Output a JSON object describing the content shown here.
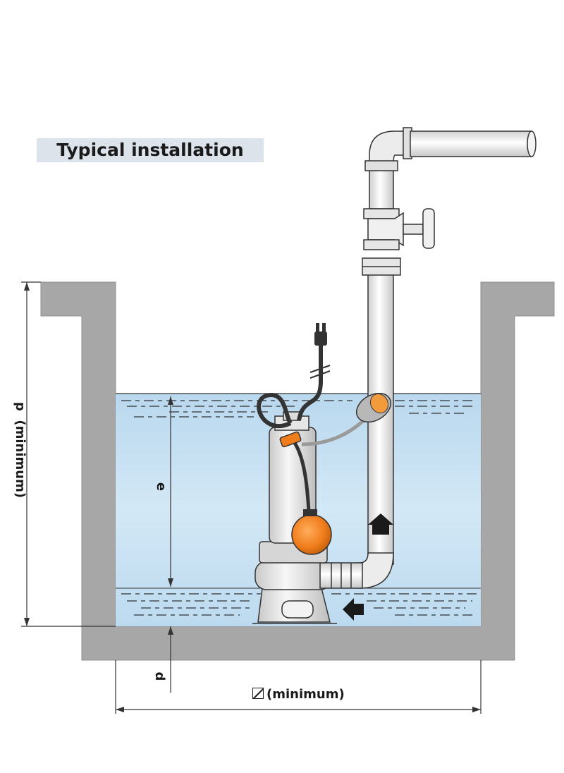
{
  "title": "Typical installation",
  "labels": {
    "p": "p",
    "p_note": "(minimum)",
    "e": "e",
    "d": "d",
    "width_note": "(minimum)"
  },
  "icons": [
    "plug-icon",
    "diagonal-square-icon",
    "flow-arrow-icon"
  ],
  "colors": {
    "wall": "#a6a6a6",
    "water": "#c5dff1",
    "pump_body": "#e4e4e4",
    "float_orange": "#f07d1c",
    "pipe": "#eeeeee",
    "outline": "#333333"
  }
}
